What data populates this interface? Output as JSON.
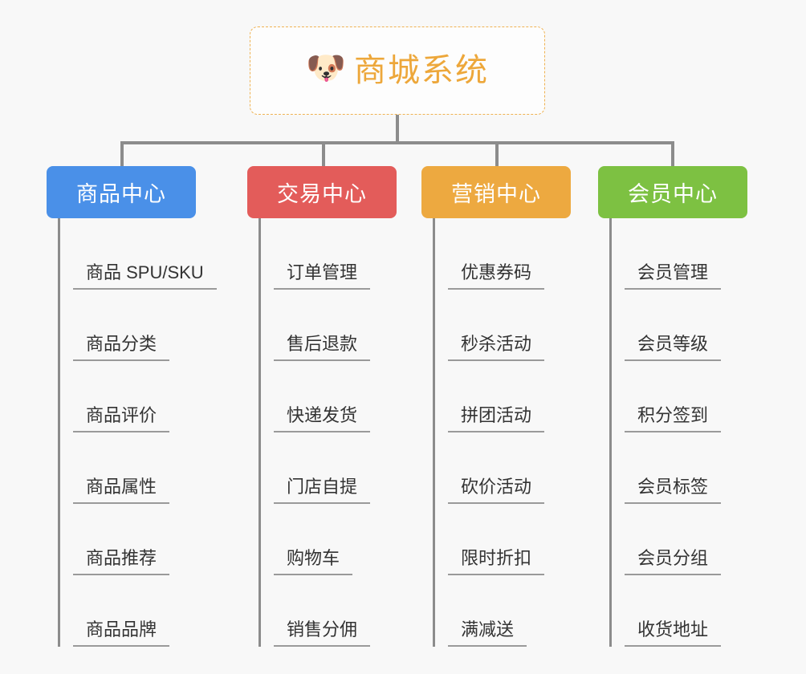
{
  "page": {
    "background_color": "#f8f8f8",
    "type": "mindmap"
  },
  "root": {
    "icon": "shiba-dog-face-icon",
    "icon_glyph": "🐶",
    "title": "商城系统",
    "title_color": "#eda73a",
    "border_color": "#efb252",
    "border_style": "dashed"
  },
  "branches": [
    {
      "label": "商品中心",
      "color": "#4a90e8",
      "items": [
        "商品 SPU/SKU",
        "商品分类",
        "商品评价",
        "商品属性",
        "商品推荐",
        "商品品牌"
      ]
    },
    {
      "label": "交易中心",
      "color": "#e35c5a",
      "items": [
        "订单管理",
        "售后退款",
        "快递发货",
        "门店自提",
        "购物车",
        "销售分佣"
      ]
    },
    {
      "label": "营销中心",
      "color": "#eda940",
      "items": [
        "优惠券码",
        "秒杀活动",
        "拼团活动",
        "砍价活动",
        "限时折扣",
        "满减送"
      ]
    },
    {
      "label": "会员中心",
      "color": "#7dc142",
      "items": [
        "会员管理",
        "会员等级",
        "积分签到",
        "会员标签",
        "会员分组",
        "收货地址"
      ]
    }
  ],
  "connector": {
    "color": "#8c8c8c"
  }
}
